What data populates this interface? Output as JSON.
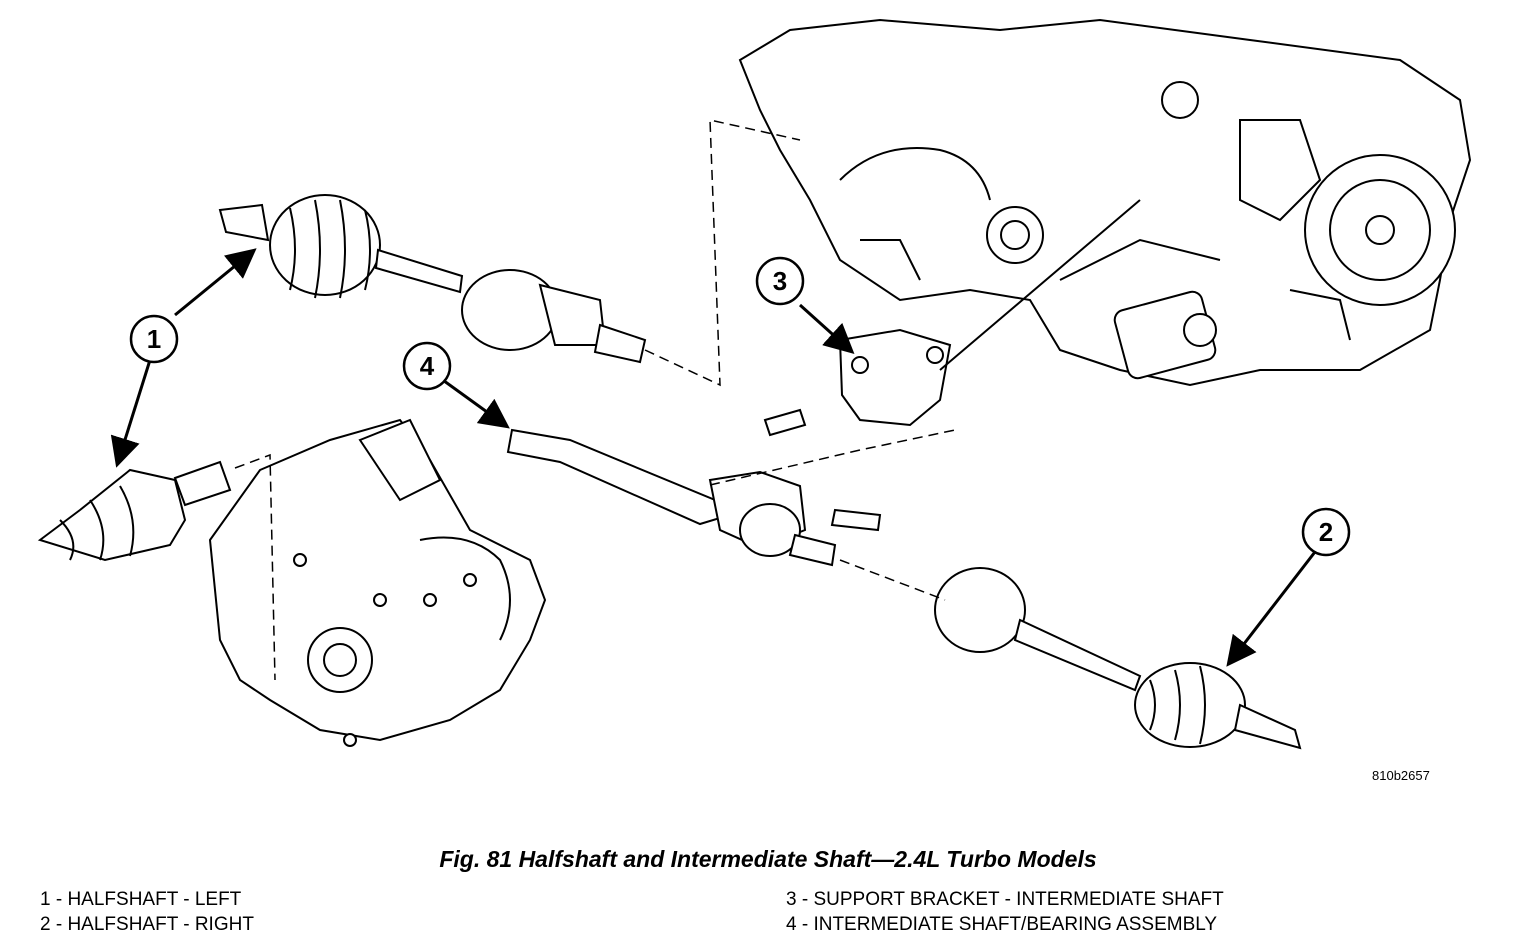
{
  "figure": {
    "drawing_id": "810b2657",
    "callouts": [
      {
        "number": "1"
      },
      {
        "number": "2"
      },
      {
        "number": "3"
      },
      {
        "number": "4"
      }
    ]
  },
  "caption": "Fig. 81 Halfshaft and Intermediate Shaft—2.4L Turbo Models",
  "legend": [
    "1 - HALFSHAFT - LEFT",
    "2 - HALFSHAFT - RIGHT",
    "3 - SUPPORT BRACKET - INTERMEDIATE SHAFT",
    "4 - INTERMEDIATE SHAFT/BEARING ASSEMBLY"
  ]
}
